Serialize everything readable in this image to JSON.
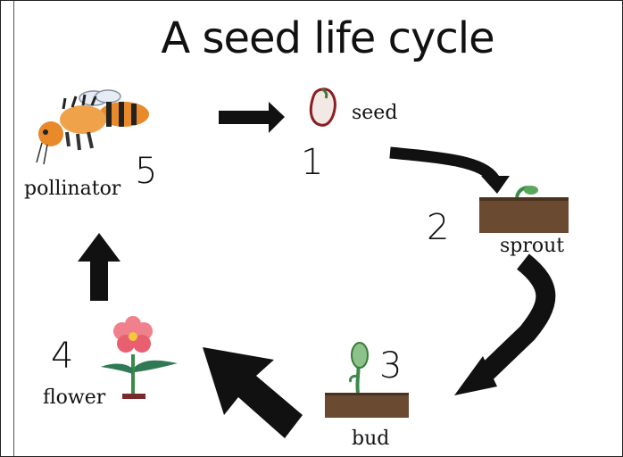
{
  "diagram": {
    "title": "A seed life cycle",
    "stages": [
      {
        "number": "1",
        "label": "seed",
        "icon": "seed-icon"
      },
      {
        "number": "2",
        "label": "sprout",
        "icon": "sprout-icon"
      },
      {
        "number": "3",
        "label": "bud",
        "icon": "bud-icon"
      },
      {
        "number": "4",
        "label": "flower",
        "icon": "flower-icon"
      },
      {
        "number": "5",
        "label": "pollinator",
        "icon": "bee-icon"
      }
    ],
    "colors": {
      "arrow": "#111111",
      "soil": "#6b4a32",
      "leaf": "#3a8a4a",
      "bee_body": "#e8892a",
      "petal": "#e8606f"
    }
  }
}
